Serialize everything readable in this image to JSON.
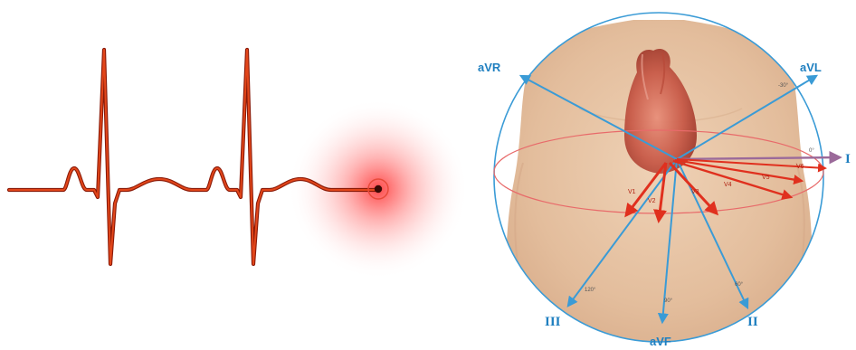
{
  "ecg": {
    "trace_color": "#d23a10",
    "glow_color": "#ff2a2a",
    "beats": 2
  },
  "diagram": {
    "circle_color": "#3a9bd6",
    "limb_lead_color": "#3a9bd6",
    "precordial_color": "#e0301e",
    "precordial_plane_color": "#e86a6a",
    "torso_color": "#e8c4a4",
    "heart_color": "#c04a3a",
    "leads": {
      "aVR": "aVR",
      "aVL": "aVL",
      "I": "I",
      "II": "II",
      "III": "III",
      "aVF": "aVF"
    },
    "angle_labels": {
      "aVL": "-30°",
      "I": "0°",
      "II": "60°",
      "aVF": "90°",
      "III": "120°"
    },
    "precordial_labels": [
      "V1",
      "V2",
      "V3",
      "V4",
      "V5",
      "V6"
    ]
  }
}
